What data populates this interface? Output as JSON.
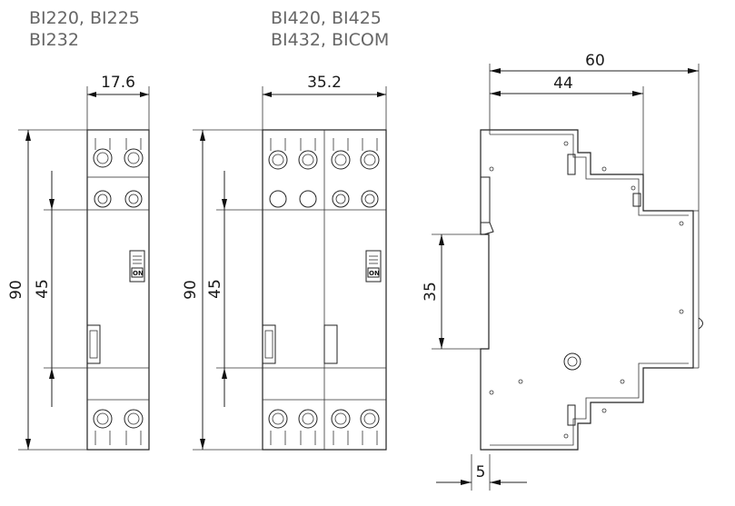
{
  "titles": {
    "left_line1": "BI220, BI225",
    "left_line2": "BI232",
    "mid_line1": "BI420, BI425",
    "mid_line2": "BI432, BICOM"
  },
  "dimensions": {
    "left_width": "17.6",
    "left_height": "90",
    "left_inner": "45",
    "mid_width": "35.2",
    "mid_height": "90",
    "mid_inner": "45",
    "side_total": "60",
    "side_depth": "44",
    "side_rail": "35",
    "side_offset": "5"
  },
  "labels": {
    "switch_tag": "ON"
  }
}
